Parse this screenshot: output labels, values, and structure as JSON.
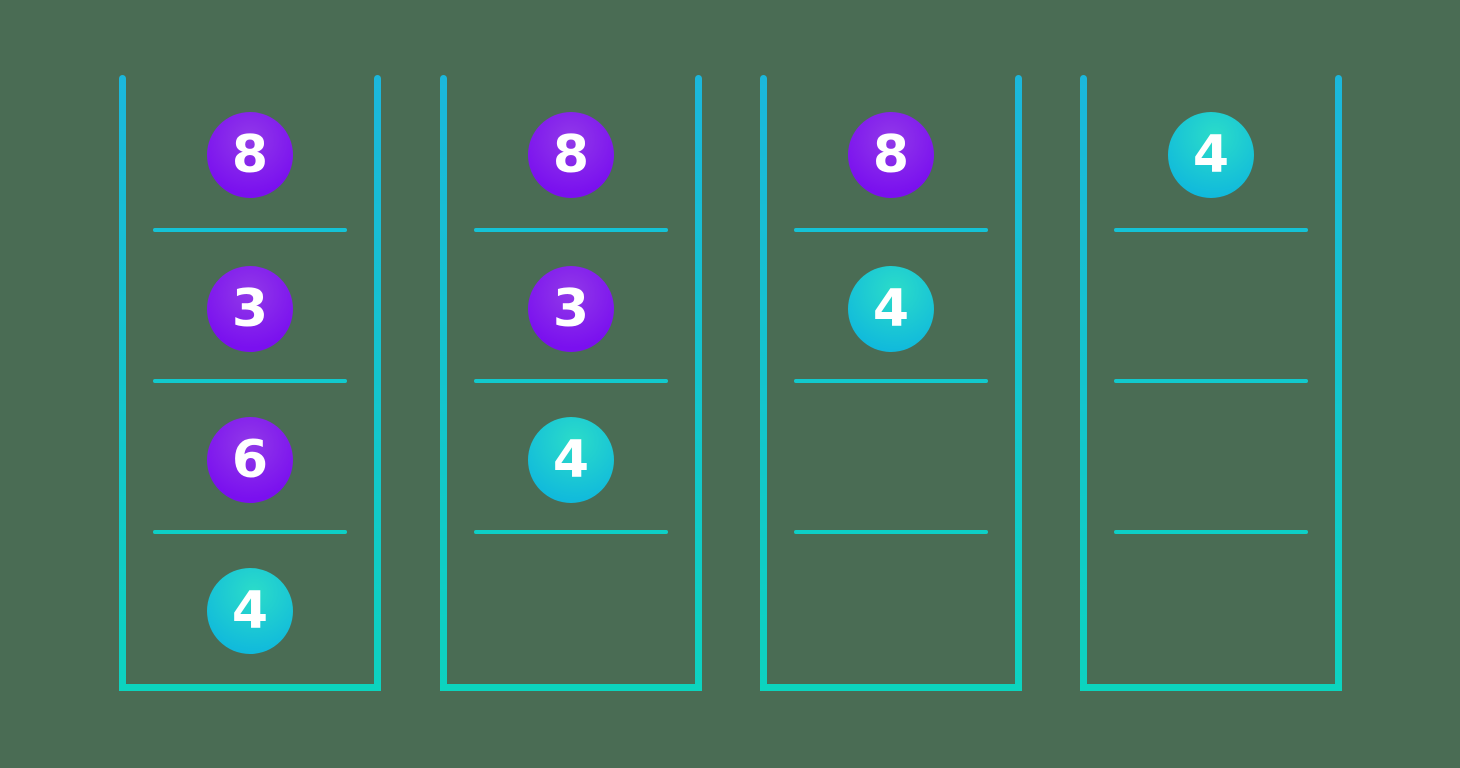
{
  "palette": {
    "canvas-bg": "#4A6C54",
    "stroke-top": "#1BB7DC",
    "stroke-bottom": "#0DD2C0",
    "divider-1": "#15C2D5",
    "divider-2": "#11C9CD",
    "divider-3": "#0ECFC6",
    "base-line": "#0CD4BE",
    "ball-purple-light": "#9139E8",
    "ball-purple-dark": "#7A10EF",
    "ball-cyan-light": "#2BDCC9",
    "ball-cyan-dark": "#10B9DC",
    "ball-text": "#FFFFFF"
  },
  "diagram": {
    "columns": [
      {
        "slots": [
          {
            "value": "8",
            "color": "purple"
          },
          {
            "value": "3",
            "color": "purple"
          },
          {
            "value": "6",
            "color": "purple"
          },
          {
            "value": "4",
            "color": "cyan"
          }
        ]
      },
      {
        "slots": [
          {
            "value": "8",
            "color": "purple"
          },
          {
            "value": "3",
            "color": "purple"
          },
          {
            "value": "4",
            "color": "cyan"
          },
          null
        ]
      },
      {
        "slots": [
          {
            "value": "8",
            "color": "purple"
          },
          {
            "value": "4",
            "color": "cyan"
          },
          null,
          null
        ]
      },
      {
        "slots": [
          {
            "value": "4",
            "color": "cyan"
          },
          null,
          null,
          null
        ]
      }
    ]
  }
}
